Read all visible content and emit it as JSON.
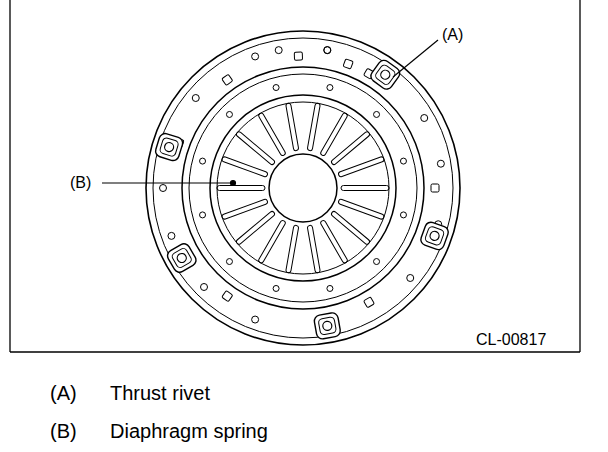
{
  "diagram": {
    "labels": [
      "(A)",
      "(B)",
      "CL-00817",
      "(A)",
      "Thrust rivet",
      "(B)",
      "Diaphragm spring"
    ]
  }
}
